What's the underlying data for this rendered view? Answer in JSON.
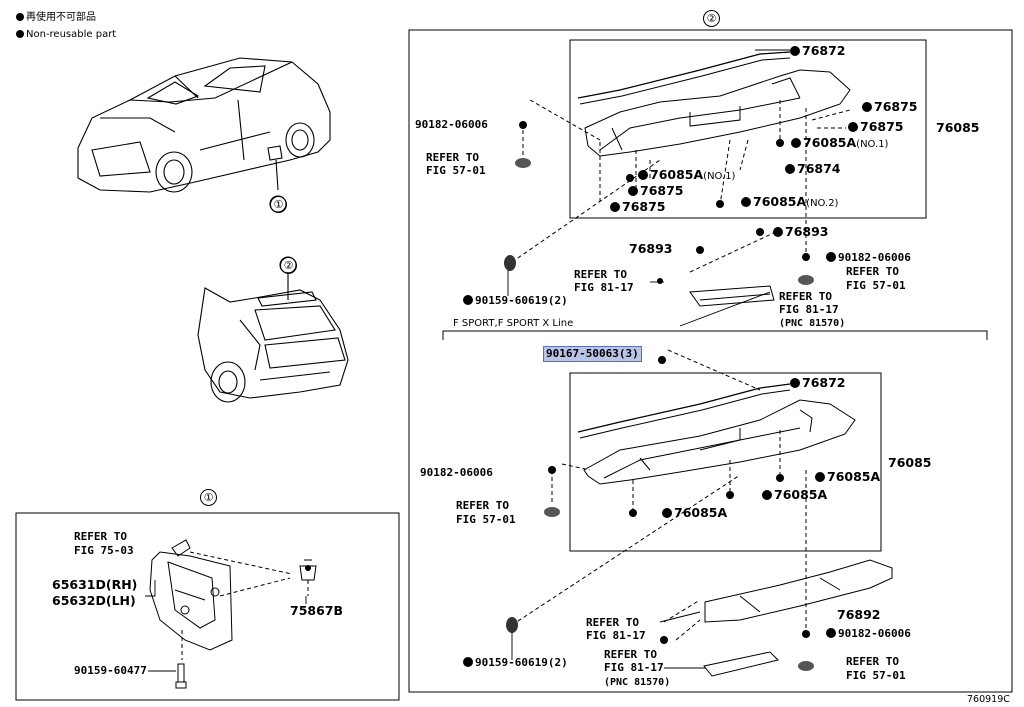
{
  "legend": {
    "ja": "再使用不可部品",
    "en": "Non-reusable part"
  },
  "callouts": {
    "c1": "①",
    "c2": "②"
  },
  "divider_label": "F SPORT,F SPORT X Line",
  "code": "760919C",
  "upper": {
    "p76872": "76872",
    "p76875a": "76875",
    "p76875b": "76875",
    "p76085": "76085",
    "p76085a_no1a": "76085A",
    "no1a": "(NO.1)",
    "p76874": "76874",
    "p76085a_no1b": "76085A",
    "no1b": "(NO.1)",
    "p76875c": "76875",
    "p76875d": "76875",
    "p76085a_no2": "76085A",
    "no2": "(NO.2)",
    "p76893a": "76893",
    "p76893b": "76893",
    "p90182_left": "90182-06006",
    "refer1_a": "REFER TO",
    "refer1_b": "FIG 57-01",
    "p90159": "90159-60619(2)",
    "refer2_a": "REFER TO",
    "refer2_b": "FIG 81-17",
    "refer3_a": "REFER TO",
    "refer3_b": "FIG 81-17",
    "refer3_c": "(PNC 81570)",
    "p90182_right": "90182-06006",
    "refer4_a": "REFER TO",
    "refer4_b": "FIG 57-01"
  },
  "lower": {
    "p90167": "90167-50063(3)",
    "p76872": "76872",
    "p76085": "76085",
    "p90182_left": "90182-06006",
    "refer1_a": "REFER TO",
    "refer1_b": "FIG 57-01",
    "p76085a_1": "76085A",
    "p76085a_2": "76085A",
    "p76085a_3": "76085A",
    "p76892": "76892",
    "p90159": "90159-60619(2)",
    "refer2_a": "REFER TO",
    "refer2_b": "FIG 81-17",
    "refer3_a": "REFER TO",
    "refer3_b": "FIG 81-17",
    "refer3_c": "(PNC 81570)",
    "p90182_right": "90182-06006",
    "refer4_a": "REFER TO",
    "refer4_b": "FIG 57-01"
  },
  "fig1": {
    "refer_a": "REFER TO",
    "refer_b": "FIG 75-03",
    "p65631": "65631D(RH)",
    "p65632": "65632D(LH)",
    "p75867": "75867B",
    "p90159": "90159-60477"
  }
}
